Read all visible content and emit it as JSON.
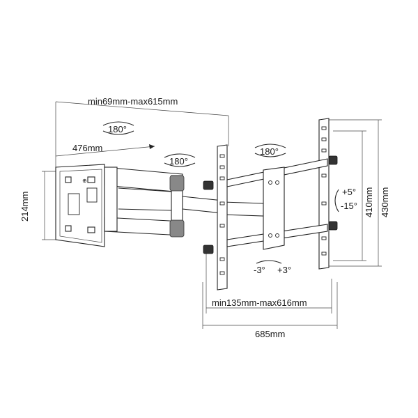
{
  "dimensions": {
    "arm_extension": "min69mm-max615mm",
    "wall_plate_width": "476mm",
    "wall_plate_height": "214mm",
    "tv_plate_inner_height": "410mm",
    "tv_plate_outer_height": "430mm",
    "tv_plate_inner_width": "min135mm-max616mm",
    "tv_plate_outer_width": "685mm"
  },
  "rotations": {
    "top_swivel": "180°",
    "middle_swivel": "180°",
    "head_swivel": "180°",
    "tilt_up": "+5°",
    "tilt_down": "-15°",
    "level_left": "-3°",
    "level_right": "+3°"
  }
}
